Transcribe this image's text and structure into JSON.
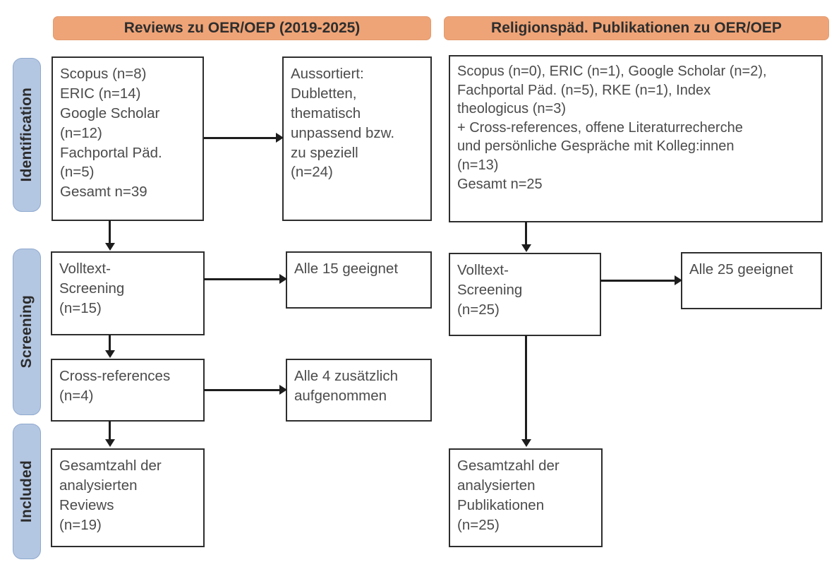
{
  "stages": [
    {
      "id": "identification",
      "label": "Identification"
    },
    {
      "id": "screening",
      "label": "Screening"
    },
    {
      "id": "included",
      "label": "Included"
    }
  ],
  "columns": [
    {
      "id": "reviews",
      "header": "Reviews zu OER/OEP (2019-2025)"
    },
    {
      "id": "religionspaed",
      "header": "Religionspäd. Publikationen zu OER/OEP"
    }
  ],
  "nodes": {
    "left_sources": "Scopus (n=8)\nERIC (n=14)\nGoogle Scholar\n(n=12)\nFachportal Päd.\n(n=5)\nGesamt n=39",
    "left_excluded": "Aussortiert:\nDubletten,\nthematisch\nunpassend bzw.\nzu speziell\n(n=24)",
    "left_fulltext": "Volltext-\nScreening\n(n=15)",
    "left_fulltext_result": "Alle 15 geeignet",
    "left_crossrefs": "Cross-references\n(n=4)",
    "left_crossrefs_result": "Alle 4 zusätzlich\naufgenommen",
    "left_included": "Gesamtzahl der\nanalysierten\nReviews\n(n=19)",
    "right_sources": "Scopus (n=0), ERIC (n=1), Google Scholar (n=2),\nFachportal Päd. (n=5), RKE (n=1), Index\ntheologicus (n=3)\n+ Cross-references, offene Literaturrecherche\nund persönliche Gespräche mit Kolleg:innen\n(n=13)\nGesamt n=25",
    "right_fulltext": "Volltext-\nScreening\n(n=25)",
    "right_fulltext_result": "Alle 25 geeignet",
    "right_included": "Gesamtzahl der\nanalysierten\nPublikationen\n(n=25)"
  },
  "colors": {
    "header_orange": "#efa477",
    "stage_blue": "#b4c7e2",
    "box_border": "#2e2e2e",
    "connector": "#1d1d1d",
    "text": "#4b4b4b"
  }
}
